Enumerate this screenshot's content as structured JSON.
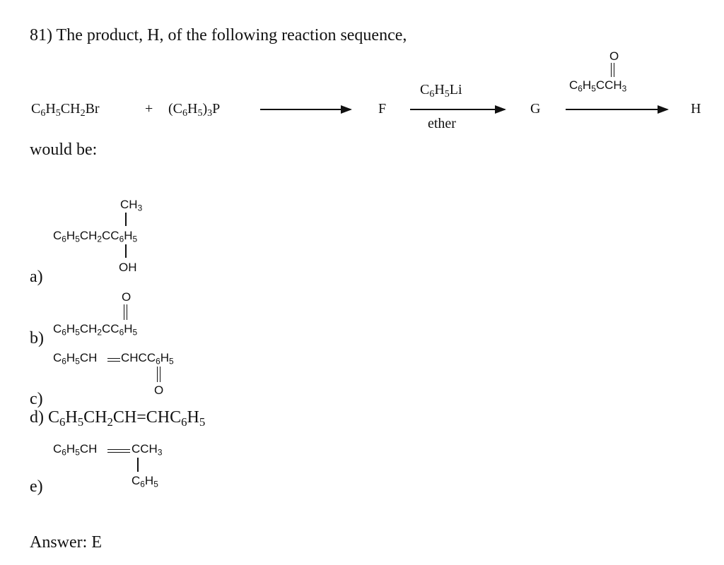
{
  "question": {
    "header": "81) The product, H, of the following reaction sequence,",
    "would_be": "would be:",
    "answer": "Answer: E"
  },
  "reaction": {
    "benzyl_bromide": {
      "p1": "C",
      "s1": "6",
      "p2": "H",
      "s2": "5",
      "p3": "CH",
      "s3": "2",
      "p4": "Br"
    },
    "plus": "+",
    "phosphine": {
      "p1": "(C",
      "s1": "6",
      "p2": "H",
      "s2": "5",
      "p3": ")",
      "s3": "3",
      "p4": "P"
    },
    "F": "F",
    "G": "G",
    "H": "H",
    "reagent1": {
      "p1": "C",
      "s1": "6",
      "p2": "H",
      "s2": "5",
      "p3": "Li"
    },
    "condition1": "ether",
    "reagent2": {
      "o": "O",
      "p1": "C",
      "s1": "6",
      "p2": "H",
      "s2": "5",
      "p3": "CCH",
      "s3": "3"
    }
  },
  "choices": {
    "a": {
      "label": "a)",
      "top": {
        "p1": "CH",
        "s1": "3"
      },
      "main": {
        "p1": "C",
        "s1": "6",
        "p2": "H",
        "s2": "5",
        "p3": "CH",
        "s3": "2",
        "p4": "CC",
        "s4": "6",
        "p5": "H",
        "s5": "5"
      },
      "bottom": "OH"
    },
    "b": {
      "label": "b)",
      "top": "O",
      "main": {
        "p1": "C",
        "s1": "6",
        "p2": "H",
        "s2": "5",
        "p3": "CH",
        "s3": "2",
        "p4": "CC",
        "s4": "6",
        "p5": "H",
        "s5": "5"
      }
    },
    "c": {
      "label": "c)",
      "main_left": {
        "p1": "C",
        "s1": "6",
        "p2": "H",
        "s2": "5",
        "p3": "CH"
      },
      "main_right": {
        "p1": "CHCC",
        "s1": "6",
        "p2": "H",
        "s2": "5"
      },
      "bottom": "O"
    },
    "d": {
      "label": "d)",
      "p1": "C",
      "s1": "6",
      "p2": "H",
      "s2": "5",
      "p3": "CH",
      "s3": "2",
      "p4": "CH=CHC",
      "s4": "6",
      "p5": "H",
      "s5": "5"
    },
    "e": {
      "label": "e)",
      "main_left": {
        "p1": "C",
        "s1": "6",
        "p2": "H",
        "s2": "5",
        "p3": "CH"
      },
      "main_right": {
        "p1": "CCH",
        "s1": "3"
      },
      "bottom": {
        "p1": "C",
        "s1": "6",
        "p2": "H",
        "s2": "5"
      }
    }
  },
  "colors": {
    "text": "#111111",
    "background": "#ffffff"
  }
}
